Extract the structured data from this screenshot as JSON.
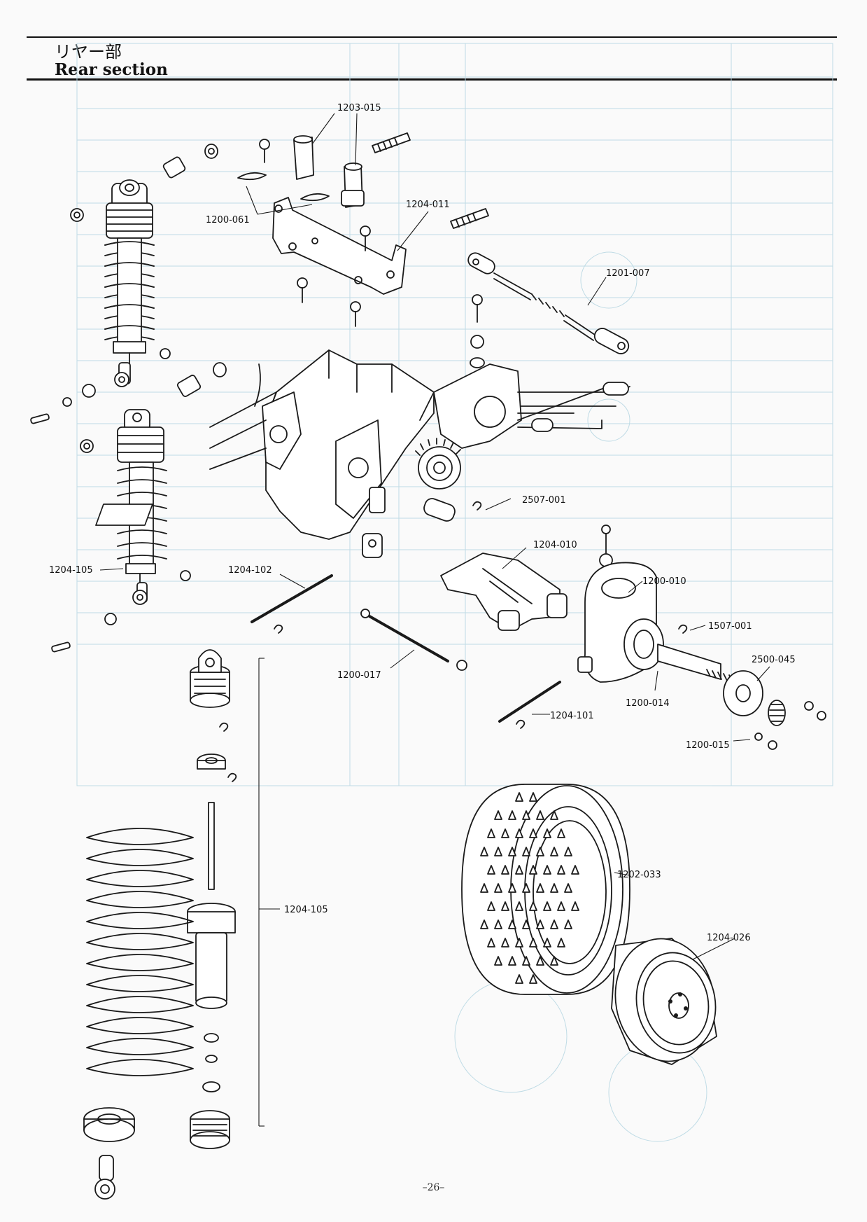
{
  "page": {
    "title_jp": "リヤー部",
    "title_en": "Rear section",
    "page_number": "–26–"
  },
  "parts": [
    {
      "id": "p1203_015",
      "code": "1203-015"
    },
    {
      "id": "p1200_061",
      "code": "1200-061"
    },
    {
      "id": "p1204_011",
      "code": "1204-011"
    },
    {
      "id": "p1201_007",
      "code": "1201-007"
    },
    {
      "id": "p2507_001",
      "code": "2507-001"
    },
    {
      "id": "p1204_010",
      "code": "1204-010"
    },
    {
      "id": "p1204_105a",
      "code": "1204-105"
    },
    {
      "id": "p1204_102",
      "code": "1204-102"
    },
    {
      "id": "p1200_010",
      "code": "1200-010"
    },
    {
      "id": "p1507_001",
      "code": "1507-001"
    },
    {
      "id": "p2500_045",
      "code": "2500-045"
    },
    {
      "id": "p1200_017",
      "code": "1200-017"
    },
    {
      "id": "p1200_014",
      "code": "1200-014"
    },
    {
      "id": "p1204_101",
      "code": "1204-101"
    },
    {
      "id": "p1200_015",
      "code": "1200-015"
    },
    {
      "id": "p1204_105b",
      "code": "1204-105"
    },
    {
      "id": "p1202_033",
      "code": "1202-033"
    },
    {
      "id": "p1204_026",
      "code": "1204-026"
    }
  ],
  "colors": {
    "ink": "#1a1a1a",
    "paper": "#fafafa",
    "bleed_through": "#9fc6d4"
  }
}
